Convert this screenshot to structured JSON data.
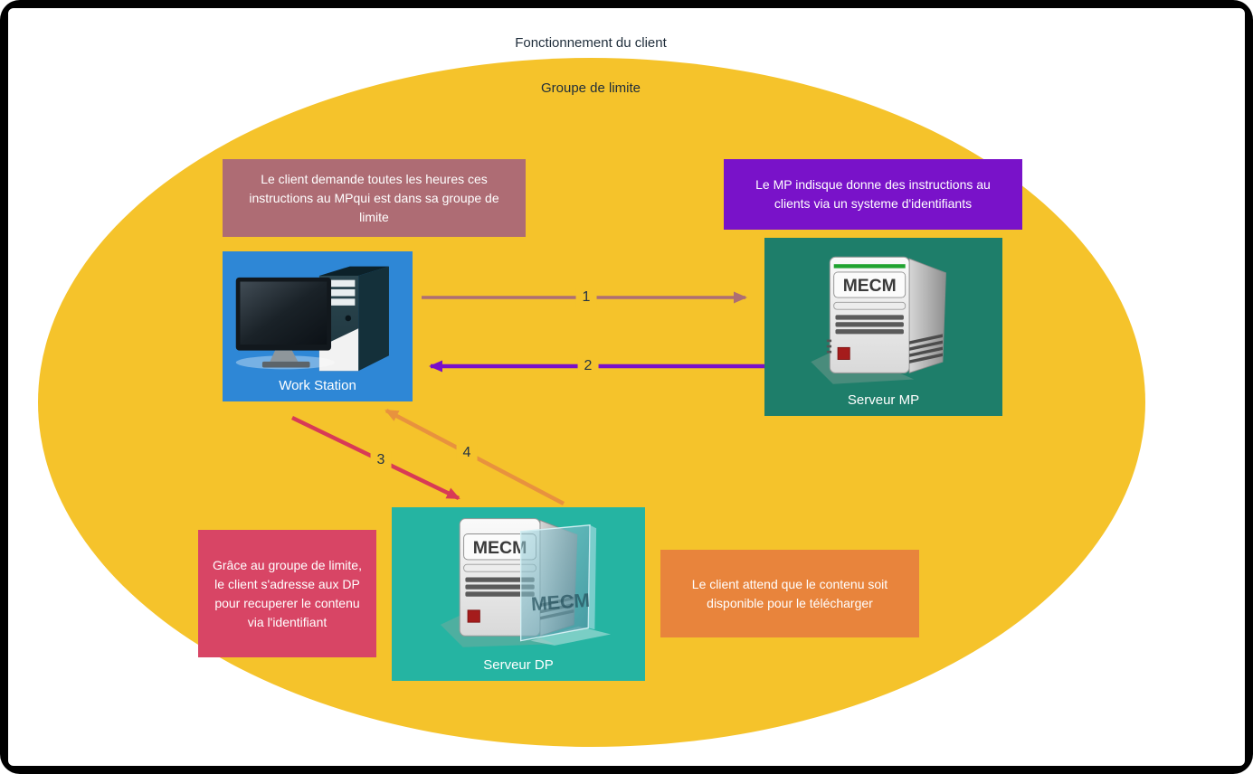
{
  "title": "Fonctionnement du client",
  "boundary_group": {
    "label": "Groupe de limite"
  },
  "nodes": {
    "workstation": {
      "label": "Work Station"
    },
    "serveur_mp": {
      "label": "Serveur MP",
      "badge": "MECM"
    },
    "serveur_dp": {
      "label": "Serveur DP",
      "badge": "MECM",
      "glass_badge": "MECM"
    }
  },
  "notes": {
    "client_poll": "Le client demande toutes les heures ces instructions au MPqui est dans sa groupe de limite",
    "mp_instructions": "Le MP indisque donne des instructions au clients via un systeme d'identifiants",
    "dp_request": "Grâce au groupe de limite, le client s'adresse aux DP pour recuperer le contenu via l'identifiant",
    "client_wait": "Le client attend que le contenu soit disponible pour le télécharger"
  },
  "arrows": [
    {
      "label": "1",
      "from": "Work Station",
      "to": "Serveur MP",
      "color": "#AD6E74"
    },
    {
      "label": "2",
      "from": "Serveur MP",
      "to": "Work Station",
      "color": "#7A0FC8"
    },
    {
      "label": "3",
      "from": "Work Station",
      "to": "Serveur DP",
      "color": "#D83A56"
    },
    {
      "label": "4",
      "from": "Serveur DP",
      "to": "Work Station",
      "color": "#E8923E"
    }
  ],
  "colors": {
    "boundary_fill": "#F5C32B",
    "workstation_fill": "#2E87D6",
    "serveur_mp_fill": "#1E7E6A",
    "serveur_dp_fill": "#25B4A2",
    "note_client_poll_fill": "#AE6C74",
    "note_mp_instructions_fill": "#7912C9",
    "note_dp_request_fill": "#D84565",
    "note_client_wait_fill": "#E8843C",
    "frame": "#000000",
    "text_dark": "#1F2D3A",
    "text_light": "#FFFFFF"
  }
}
